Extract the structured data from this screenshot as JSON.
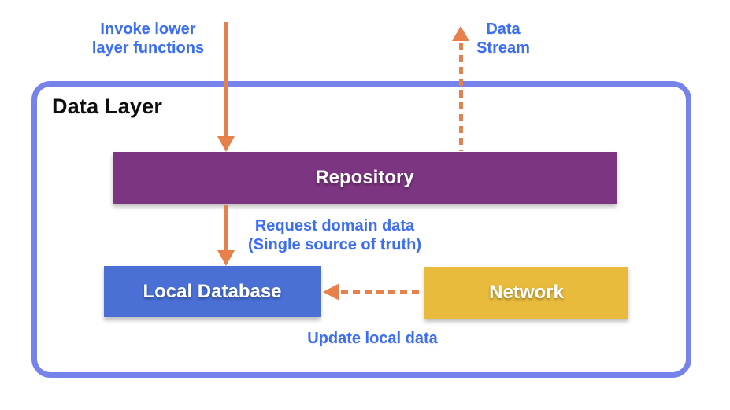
{
  "diagram": {
    "container_label": "Data Layer",
    "nodes": [
      {
        "id": "repository",
        "label": "Repository",
        "fill": "#7C3580"
      },
      {
        "id": "local-database",
        "label": "Local Database",
        "fill": "#4A70D6"
      },
      {
        "id": "network",
        "label": "Network",
        "fill": "#E8BB3D"
      }
    ],
    "edges": [
      {
        "id": "invoke-lower-layer",
        "label": "Invoke lower\nlayer functions",
        "style": "solid",
        "direction": "down"
      },
      {
        "id": "data-stream",
        "label": "Data\nStream",
        "style": "dashed",
        "direction": "up"
      },
      {
        "id": "request-domain",
        "label": "Request domain data\n(Single source of truth)",
        "style": "solid",
        "direction": "down"
      },
      {
        "id": "update-local",
        "label": "Update local data",
        "style": "dashed",
        "direction": "left"
      }
    ],
    "colors": {
      "arrow_orange": "#E6814B",
      "label_blue": "#3B6EF5",
      "boundary_border": "#7583EA",
      "repository_fill": "#7C3580",
      "local_database_fill": "#4A70D6",
      "network_fill": "#E8BB3D",
      "node_text": "#FFFFFF",
      "title_text": "#0E0E0E",
      "background": "#FFFFFF"
    }
  }
}
